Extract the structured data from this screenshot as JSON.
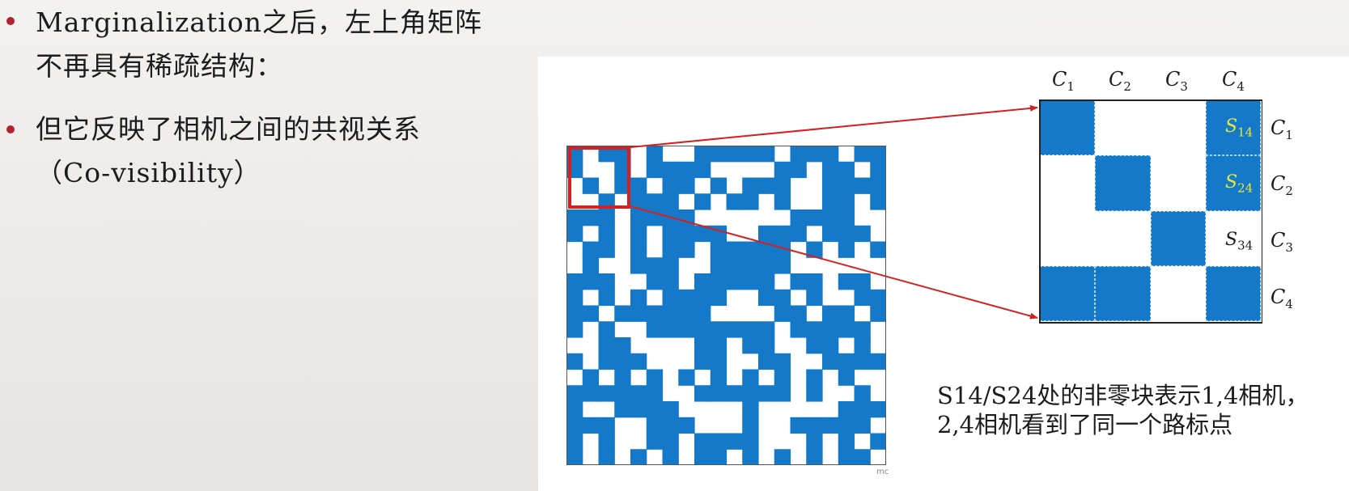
{
  "bullets": [
    {
      "lines": [
        "Marginalization之后，左上角矩阵",
        "不再具有稀疏结构："
      ]
    },
    {
      "lines": [
        "但它反映了相机之间的共视关系",
        "（Co-visibility）"
      ]
    }
  ],
  "matrix": {
    "size": 20,
    "fill_color": "#1479c8",
    "empty_color": "#ffffff",
    "highlight_color": "#d42020",
    "rows": [
      "10110100111110111011",
      "10010111100001101101",
      "01011011010111001111",
      "00101110101101001101",
      "11101111000000111100",
      "10101011110011101110",
      "01101011011111010101",
      "01001110011111000000",
      "11100110111110110110",
      "10101011110011010011",
      "11011111100001101101",
      "10100111111110111110",
      "00110000110110011010",
      "10111000110011001111",
      "01010101010101010100",
      "11111100111111010010",
      "10011110000100000111",
      "11100111000100111110",
      "10100110111100010101",
      "10101010110101010110"
    ]
  },
  "zoom": {
    "column_labels": [
      {
        "letter": "C",
        "sub": "1"
      },
      {
        "letter": "C",
        "sub": "2"
      },
      {
        "letter": "C",
        "sub": "3"
      },
      {
        "letter": "C",
        "sub": "4"
      }
    ],
    "row_labels": [
      {
        "letter": "C",
        "sub": "1"
      },
      {
        "letter": "C",
        "sub": "2"
      },
      {
        "letter": "C",
        "sub": "3"
      },
      {
        "letter": "C",
        "sub": "4"
      }
    ],
    "cells": [
      [
        1,
        0,
        0,
        1
      ],
      [
        0,
        1,
        0,
        1
      ],
      [
        0,
        0,
        1,
        0
      ],
      [
        1,
        1,
        0,
        1
      ]
    ],
    "block_labels": [
      {
        "letter": "S",
        "sub": "14",
        "row": 0,
        "col": 3,
        "color": "#e8e637"
      },
      {
        "letter": "S",
        "sub": "24",
        "row": 1,
        "col": 3,
        "color": "#e8e637"
      },
      {
        "letter": "S",
        "sub": "34",
        "row": 2,
        "col": 3,
        "color": "#1c1c1c"
      }
    ]
  },
  "caption": {
    "line1": "S14/S24处的非零块表示1,4相机，",
    "line2": "2,4相机看到了同一个路标点"
  },
  "watermark": "mc",
  "colors": {
    "bullet": "#b0232f",
    "arrow": "#d42020",
    "blue": "#1479c8"
  }
}
